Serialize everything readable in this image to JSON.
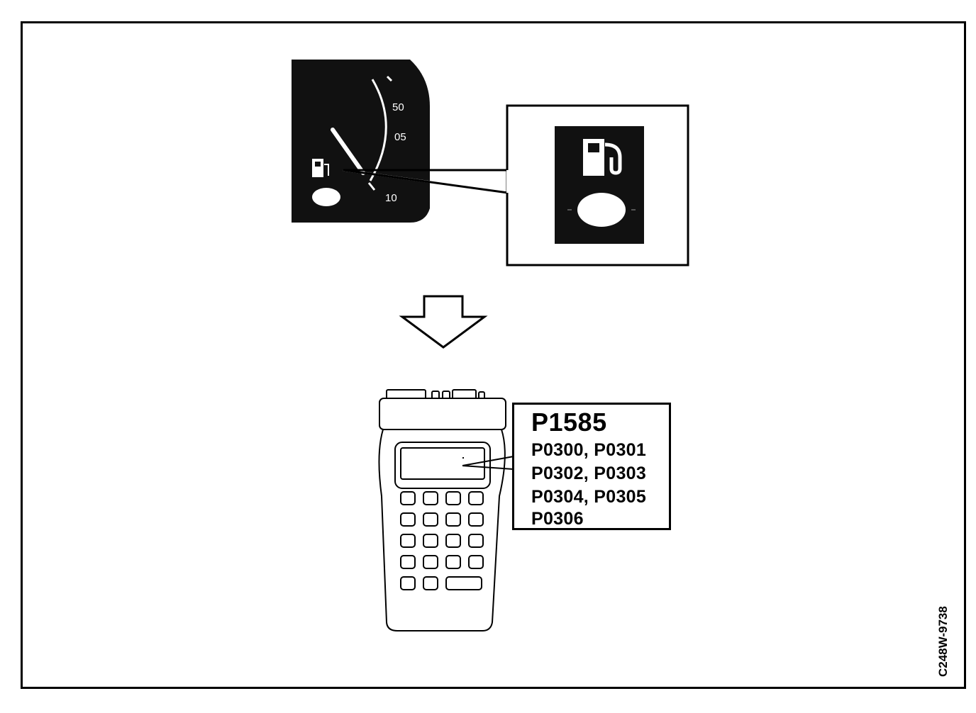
{
  "gauge": {
    "tick_top": "50",
    "tick_mid": "05",
    "tick_bottom": "10"
  },
  "scan_tool": {
    "primary_code": "P1585",
    "code_lines": [
      "P0300, P0301",
      "P0302, P0303",
      "P0304, P0305",
      "P0306"
    ]
  },
  "figure_id": "C248W-9738",
  "colors": {
    "ink": "#000000",
    "paper": "#ffffff",
    "panel": "#111111"
  }
}
